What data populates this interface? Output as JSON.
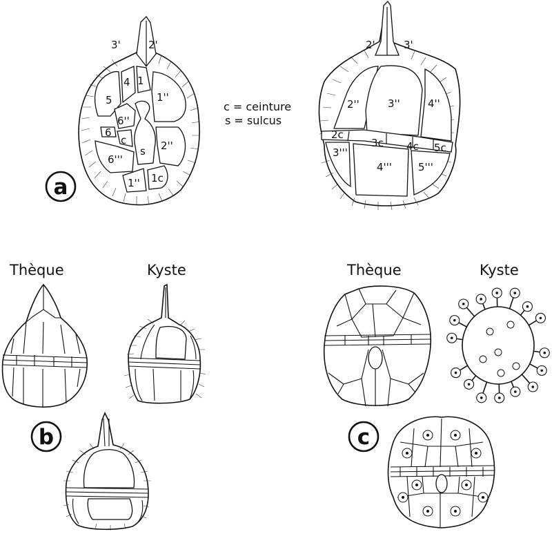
{
  "legend": {
    "line1": "c = ceinture",
    "line2": "s = sulcus"
  },
  "panel_a": {
    "badge": "a",
    "ventral_labels": {
      "apical_left": "3'",
      "apical_right": "2'",
      "p4": "4",
      "p1": "1",
      "p5": "5",
      "p1pp": "1''",
      "p6pp": "6''",
      "p6": "6",
      "pc": "c",
      "ps": "s",
      "p2pp": "2''",
      "p6ppp": "6'''",
      "p1b": "1''",
      "p1c": "1c"
    },
    "dorsal_labels": {
      "apical_left": "2'",
      "apical_right": "3'",
      "p2pp": "2''",
      "p3pp": "3''",
      "p4pp": "4''",
      "p2c": "2c",
      "p3c": "3c",
      "p4c": "4c",
      "p5c": "5c",
      "p3ppp": "3'''",
      "p4ppp": "4'''",
      "p5ppp": "5'''"
    }
  },
  "panel_b": {
    "badge": "b",
    "theca_heading": "Thèque",
    "cyst_heading": "Kyste"
  },
  "panel_c": {
    "badge": "c",
    "theca_heading": "Thèque",
    "cyst_heading": "Kyste"
  }
}
